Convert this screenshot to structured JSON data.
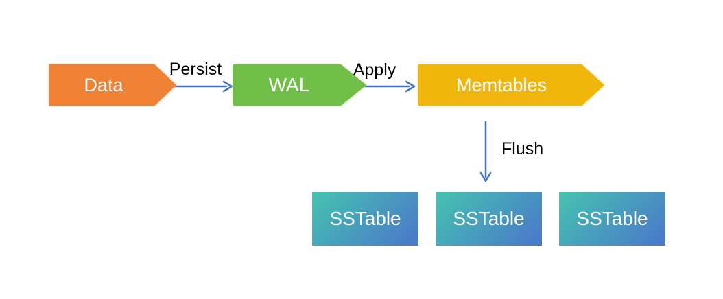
{
  "diagram": {
    "nodes": {
      "data": {
        "label": "Data",
        "fill": "#EE8133",
        "shape": "arrow-pentagon"
      },
      "wal": {
        "label": "WAL",
        "fill": "#70BE47",
        "shape": "arrow-pentagon"
      },
      "memtables": {
        "label": "Memtables",
        "fill": "#F1B60C",
        "shape": "arrow-pentagon"
      },
      "sstables": [
        {
          "label": "SSTable"
        },
        {
          "label": "SSTable"
        },
        {
          "label": "SSTable"
        }
      ]
    },
    "edges": {
      "persist": {
        "from": "data",
        "to": "wal",
        "label": "Persist"
      },
      "apply": {
        "from": "wal",
        "to": "memtables",
        "label": "Apply"
      },
      "flush": {
        "from": "memtables",
        "to": "sstables",
        "label": "Flush"
      }
    },
    "colors": {
      "orange": "#EE8133",
      "green": "#70BE47",
      "gold": "#F1B60C",
      "teal": "#45C3B0",
      "blue": "#4B76CB",
      "connector": "#4472C4",
      "shape_text": "#FFFFFF",
      "label_text": "#000000"
    }
  }
}
